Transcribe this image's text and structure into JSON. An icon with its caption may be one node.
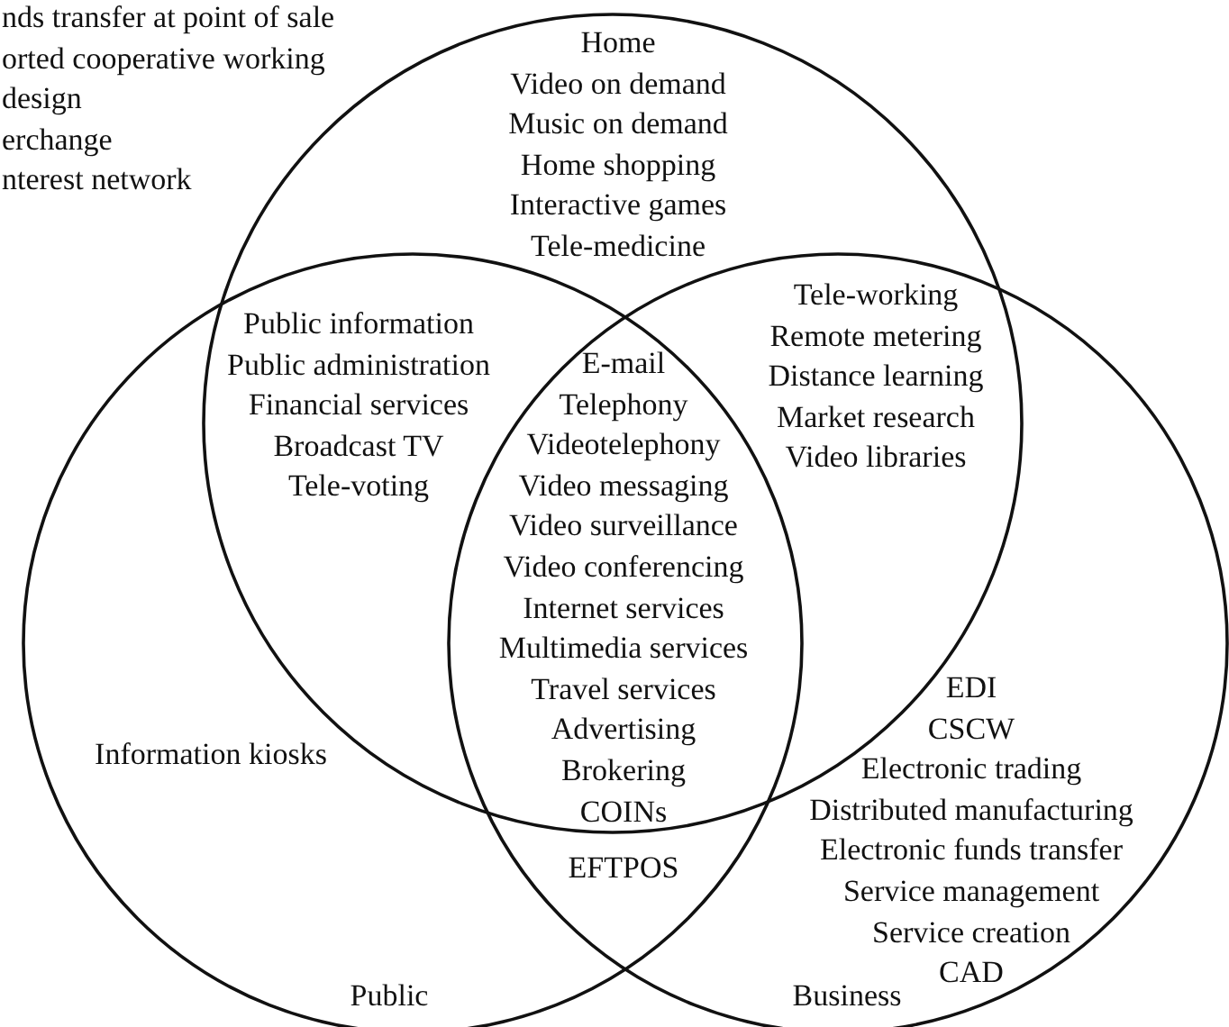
{
  "diagram": {
    "nodes": [
      {
        "text": [
          "Home",
          "Video on demand",
          "Music on demand",
          "Home shopping",
          "Interactive games",
          "Tele-medicine"
        ]
      },
      {
        "text": [
          "Information kiosks",
          "Public"
        ]
      },
      {
        "text": [
          "EDI",
          "CSCW",
          "Electronic trading",
          "Distributed manufacturing",
          "Electronic funds transfer",
          "Service management",
          "Service creation",
          "CAD",
          "Business"
        ]
      }
    ],
    "edges": [],
    "labels": [
      "nds transfer at point of sale",
      "orted cooperative working",
      "design",
      "erchange",
      "nterest network",
      "Public information",
      "Public administration",
      "Financial services",
      "Broadcast TV",
      "Tele-voting",
      "Tele-working",
      "Remote metering",
      "Distance learning",
      "Market research",
      "Video libraries",
      "E-mail",
      "Telephony",
      "Videotelephony",
      "Video messaging",
      "Video surveillance",
      "Video conferencing",
      "Internet services",
      "Multimedia services",
      "Travel services",
      "Advertising",
      "Brokering",
      "COINs",
      "EFTPOS"
    ]
  }
}
